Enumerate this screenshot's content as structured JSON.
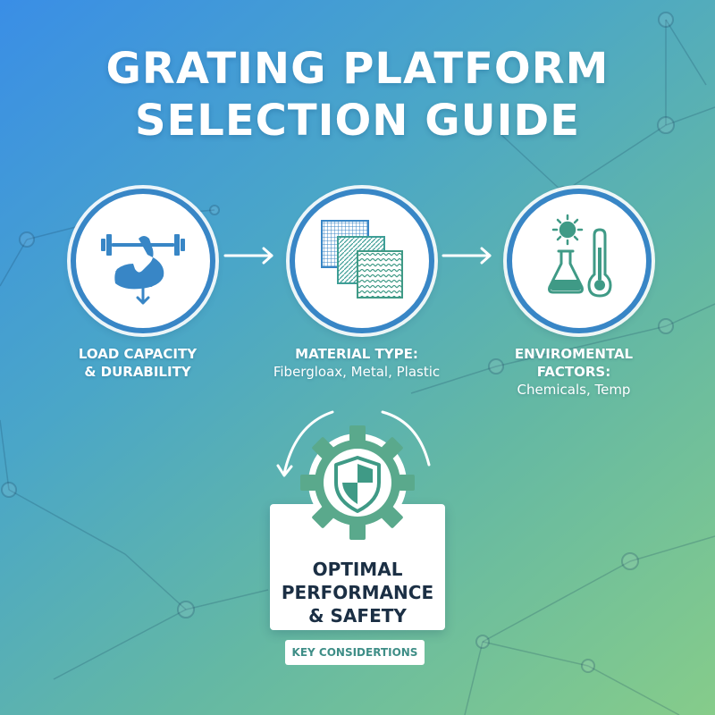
{
  "title": {
    "line1": "GRATING PLATFORM",
    "line2": "SELECTION GUIDE"
  },
  "steps": [
    {
      "heading": "LOAD CAPACITY",
      "heading2": "& DURABILITY",
      "sub": "",
      "icon": "flexed-arm-dumbbell-icon"
    },
    {
      "heading": "MATERIAL TYPE:",
      "heading2": "",
      "sub": "Fibergloax, Metal, Plastic",
      "icon": "grating-panels-icon"
    },
    {
      "heading": "ENVIROMENTAL",
      "heading2": "FACTORS:",
      "sub": "Chemicals, Temp",
      "icon": "sun-flask-thermometer-icon"
    }
  ],
  "result": {
    "line1": "OPTIMAL",
    "line2": "PERFORMANCE",
    "line3": "& SAFETY",
    "icon": "shield-gear-icon"
  },
  "key_label": "KEY CONSIDERTIONS",
  "colors": {
    "accent": "#3886c6",
    "green": "#3f9a86",
    "text_dark": "#1b2f44"
  }
}
